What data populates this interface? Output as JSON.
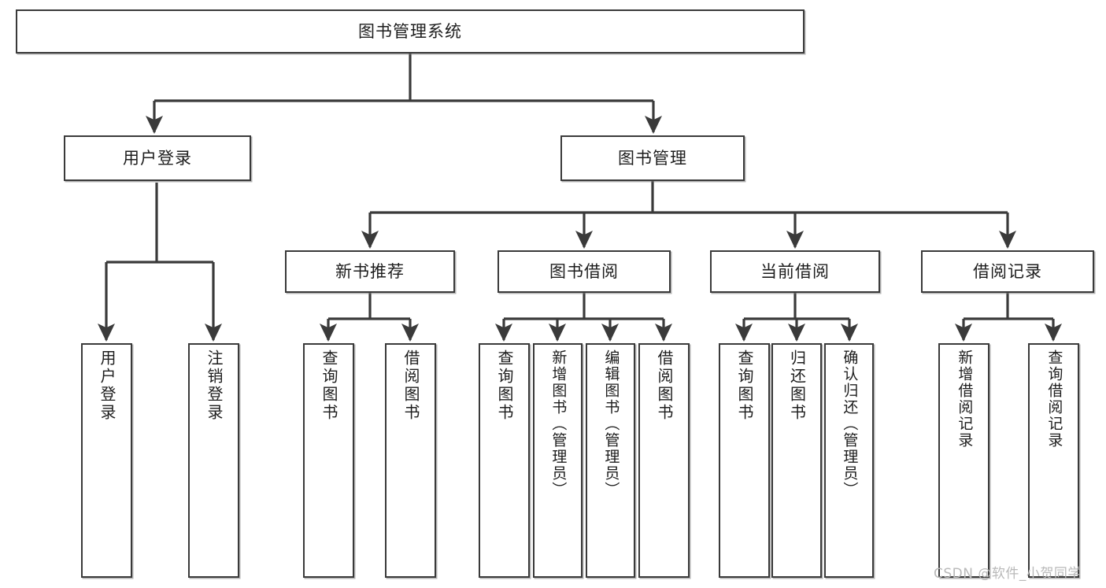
{
  "diagram": {
    "title": "图书管理系统",
    "type": "tree-hierarchy-diagram",
    "root": {
      "id": "root",
      "label": "图书管理系统"
    },
    "level2": [
      {
        "id": "user-login",
        "label": "用户登录"
      },
      {
        "id": "book-manage",
        "label": "图书管理"
      }
    ],
    "level3": [
      {
        "id": "new-book-recommend",
        "label": "新书推荐",
        "parent": "book-manage"
      },
      {
        "id": "book-borrow",
        "label": "图书借阅",
        "parent": "book-manage"
      },
      {
        "id": "current-borrow",
        "label": "当前借阅",
        "parent": "book-manage"
      },
      {
        "id": "borrow-record",
        "label": "借阅记录",
        "parent": "book-manage"
      }
    ],
    "leaves": [
      {
        "id": "leaf-user-login",
        "label": "用户登录",
        "parent": "user-login"
      },
      {
        "id": "leaf-logout-login",
        "label": "注销登录",
        "parent": "user-login"
      },
      {
        "id": "leaf-query-book-1",
        "label": "查询图书",
        "parent": "new-book-recommend"
      },
      {
        "id": "leaf-borrow-book-1",
        "label": "借阅图书",
        "parent": "new-book-recommend"
      },
      {
        "id": "leaf-query-book-2",
        "label": "查询图书",
        "parent": "book-borrow"
      },
      {
        "id": "leaf-add-book",
        "label": "新增图书（管理员）",
        "parent": "book-borrow"
      },
      {
        "id": "leaf-edit-book",
        "label": "编辑图书（管理员）",
        "parent": "book-borrow"
      },
      {
        "id": "leaf-borrow-book-2",
        "label": "借阅图书",
        "parent": "book-borrow"
      },
      {
        "id": "leaf-query-book-3",
        "label": "查询图书",
        "parent": "current-borrow"
      },
      {
        "id": "leaf-return-book",
        "label": "归还图书",
        "parent": "current-borrow"
      },
      {
        "id": "leaf-confirm-return",
        "label": "确认归还（管理员）",
        "parent": "current-borrow"
      },
      {
        "id": "leaf-add-record",
        "label": "新增借阅记录",
        "parent": "borrow-record"
      },
      {
        "id": "leaf-query-record",
        "label": "查询借阅记录",
        "parent": "borrow-record"
      }
    ],
    "colors": {
      "stroke": "#3a3a3a",
      "fill": "#ffffff",
      "text": "#1d1d1d",
      "watermark": "#b9b9b9"
    }
  },
  "watermark": {
    "text": "CSDN @软件_小贺同学"
  }
}
